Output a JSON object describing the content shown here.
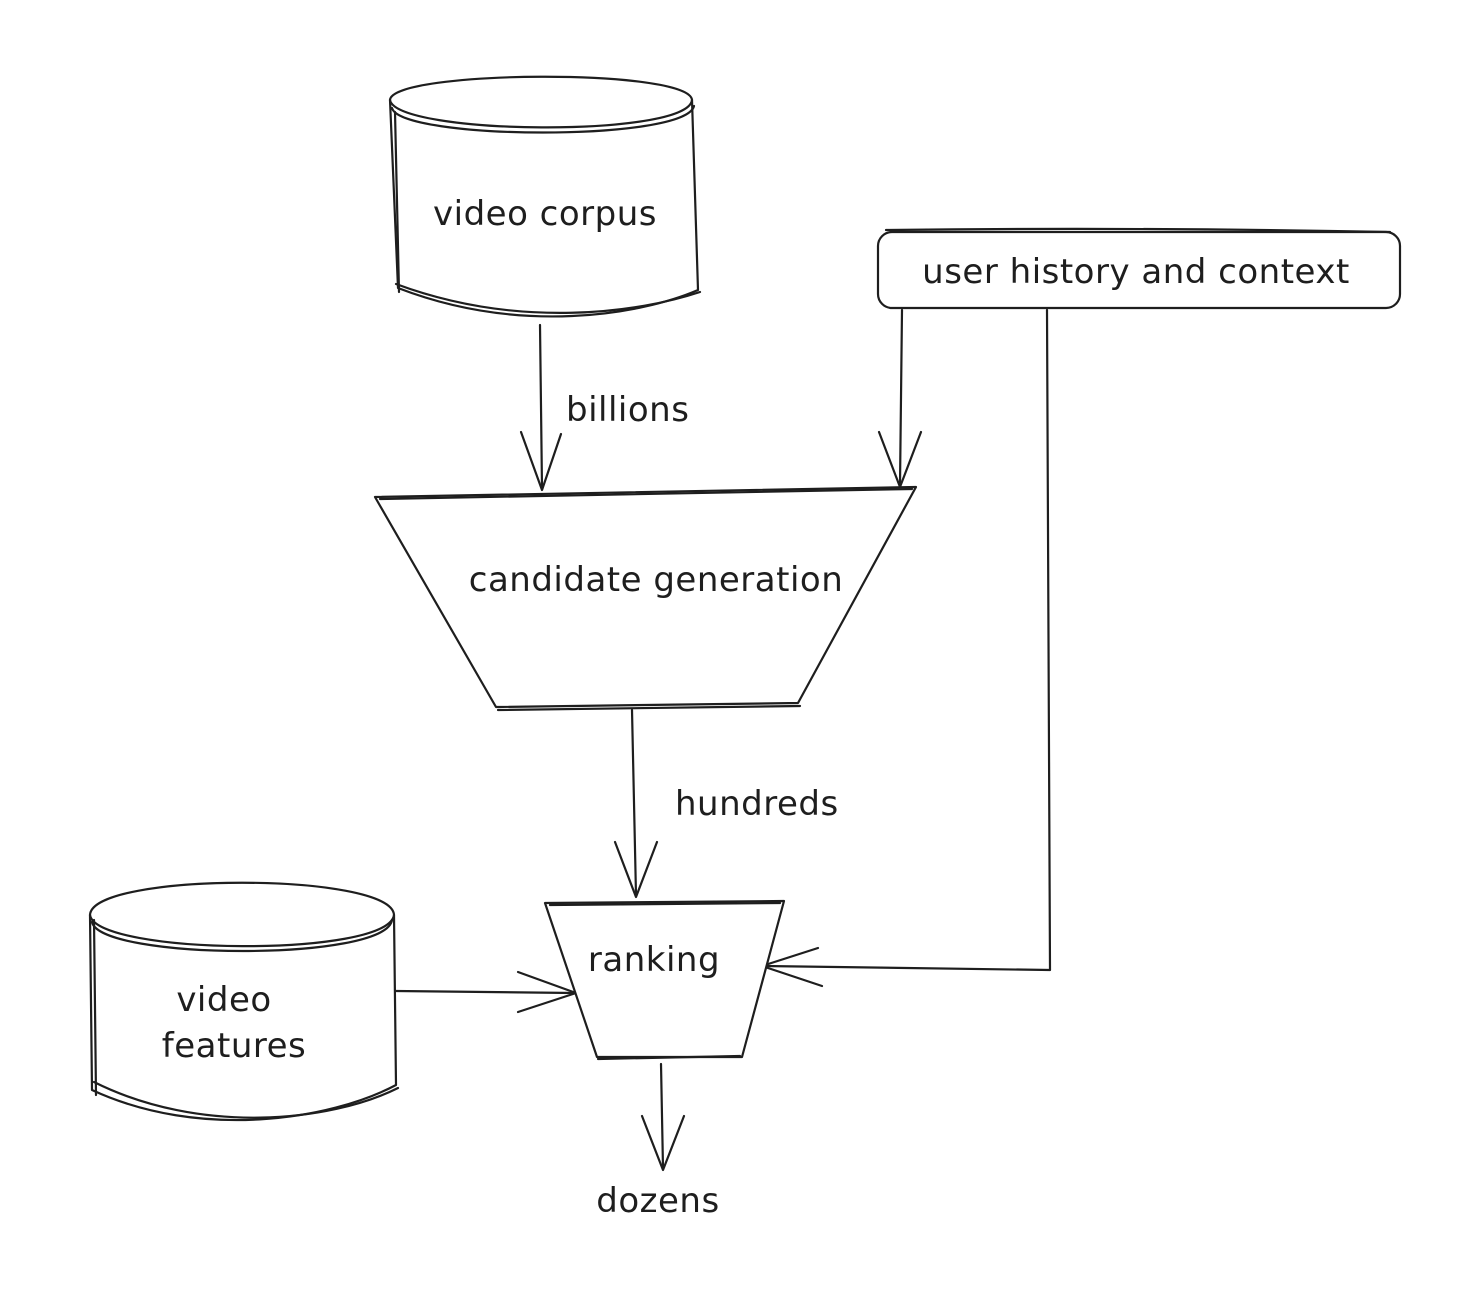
{
  "nodes": {
    "video_corpus": {
      "label": "video corpus",
      "shape": "cylinder"
    },
    "user_history": {
      "label": "user history and context",
      "shape": "rounded-rectangle"
    },
    "candidate_generation": {
      "label": "candidate generation",
      "shape": "trapezoid"
    },
    "ranking": {
      "label": "ranking",
      "shape": "trapezoid"
    },
    "video_features": {
      "label_lines": [
        "video",
        "features"
      ],
      "shape": "cylinder"
    }
  },
  "edges": {
    "corpus_to_candidates": {
      "from": "video corpus",
      "to": "candidate generation",
      "label": "billions"
    },
    "history_to_candidates": {
      "from": "user history and context",
      "to": "candidate generation",
      "label": ""
    },
    "candidates_to_ranking": {
      "from": "candidate generation",
      "to": "ranking",
      "label": "hundreds"
    },
    "history_to_ranking": {
      "from": "user history and context",
      "to": "ranking",
      "label": ""
    },
    "features_to_ranking": {
      "from": "video features",
      "to": "ranking",
      "label": ""
    },
    "ranking_to_output": {
      "from": "ranking",
      "to": "output",
      "label": "dozens"
    }
  },
  "colors": {
    "stroke": "#1e1e1e",
    "background": "#ffffff"
  }
}
